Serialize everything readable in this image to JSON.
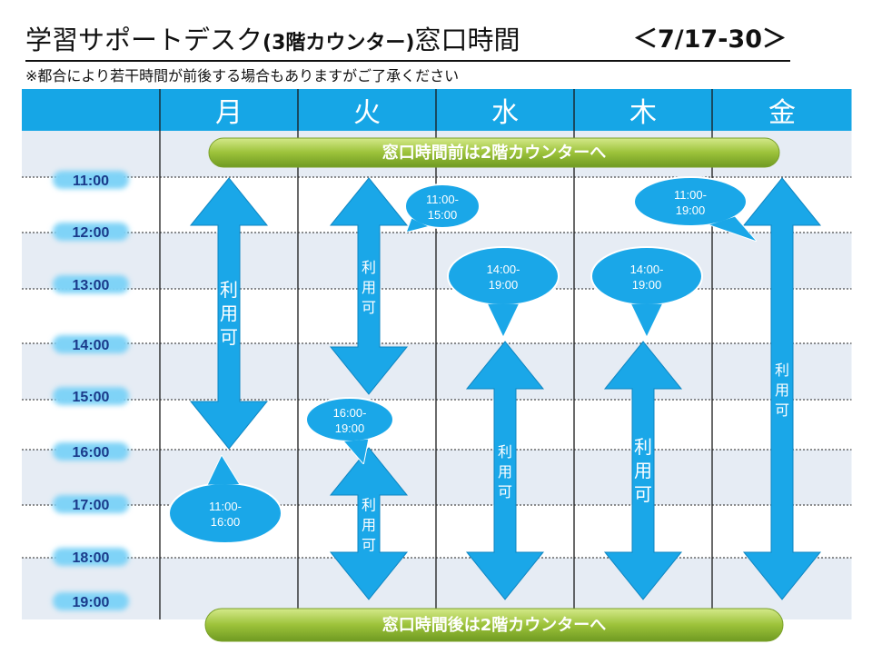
{
  "title": {
    "main": "学習サポートデスク",
    "paren": "(3階カウンター)",
    "tail": "窓口時間",
    "date": "＜7/17-30＞"
  },
  "note": "※都合により若干時間が前後する場合もありますがご了承ください",
  "days": [
    "月",
    "火",
    "水",
    "木",
    "金"
  ],
  "times": [
    "11:00",
    "12:00",
    "13:00",
    "14:00",
    "15:00",
    "16:00",
    "17:00",
    "18:00",
    "19:00"
  ],
  "banners": {
    "before": "窓口時間前は2階カウンターへ",
    "after": "窓口時間後は2階カウンターへ"
  },
  "available_label": "利用可",
  "schedule": [
    {
      "day": "月",
      "from": "11:00",
      "to": "16:00",
      "label": "11:00-16:00"
    },
    {
      "day": "火",
      "from": "11:00",
      "to": "15:00",
      "label": "11:00-15:00"
    },
    {
      "day": "火",
      "from": "16:00",
      "to": "19:00",
      "label": "16:00-19:00"
    },
    {
      "day": "水",
      "from": "14:00",
      "to": "19:00",
      "label": "14:00-19:00"
    },
    {
      "day": "木",
      "from": "14:00",
      "to": "19:00",
      "label": "14:00-19:00"
    },
    {
      "day": "金",
      "from": "11:00",
      "to": "19:00",
      "label": "11:00-19:00"
    }
  ],
  "colors": {
    "header": "#16a6e6",
    "row_light": "#e6ecf4",
    "row_white": "#ffffff",
    "arrow": "#1aa7e8",
    "banner": "#9cc23a",
    "time_glow": "#7fd3f7"
  }
}
